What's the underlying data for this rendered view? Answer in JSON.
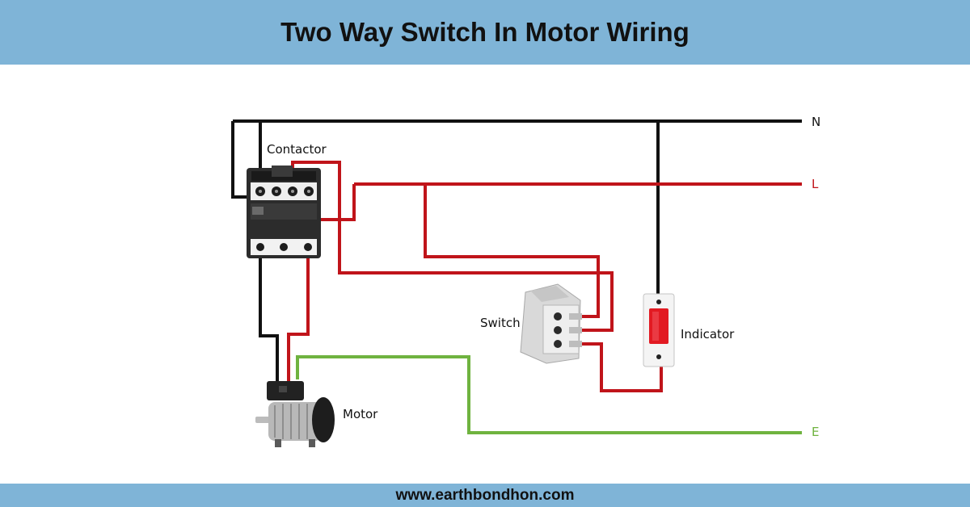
{
  "title": "Two Way Switch In Motor Wiring",
  "footer": "www.earthbondhon.com",
  "labels": {
    "contactor": "Contactor",
    "switch": "Switch",
    "indicator": "Indicator",
    "motor": "Motor"
  },
  "terminals": {
    "neutral": "N",
    "live": "L",
    "earth": "E"
  },
  "colors": {
    "header_bg": "#7fb4d7",
    "neutral_wire": "#111111",
    "live_wire": "#c0141a",
    "earth_wire": "#6fb33f"
  }
}
